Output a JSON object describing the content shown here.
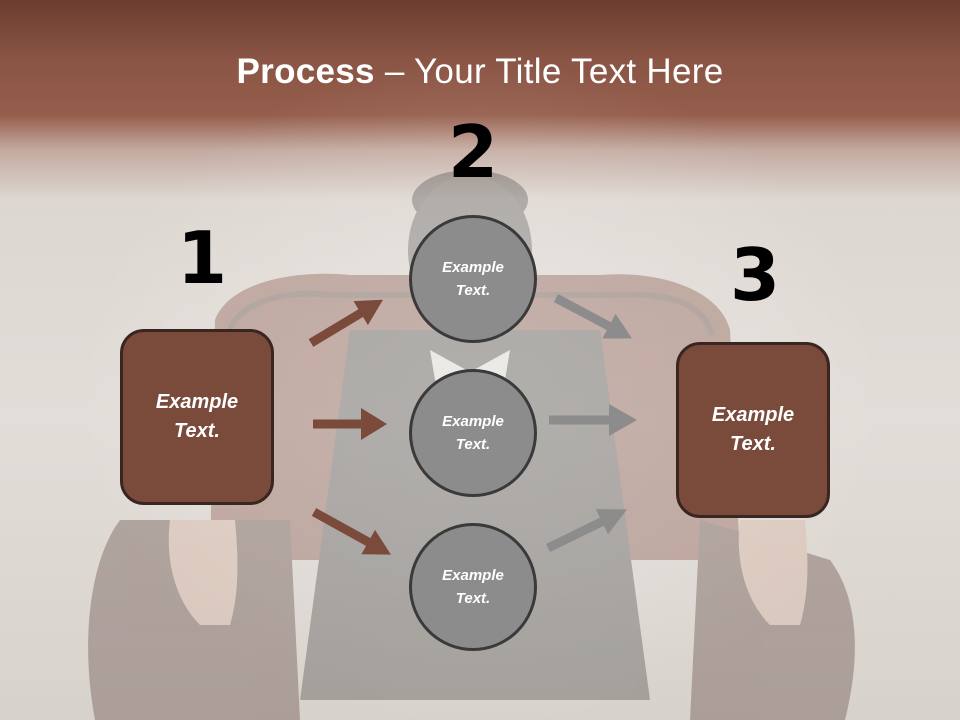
{
  "title": {
    "bold": "Process",
    "rest": " – Your Title Text Here"
  },
  "steps": [
    {
      "number": "1",
      "label_line1": "Example",
      "label_line2": "Text."
    },
    {
      "number": "2",
      "label_line1": "Example",
      "label_line2": "Text."
    },
    {
      "number": "3",
      "label_line1": "Example",
      "label_line2": "Text."
    }
  ],
  "circles": [
    {
      "label_line1": "Example",
      "label_line2": "Text."
    },
    {
      "label_line1": "Example",
      "label_line2": "Text."
    },
    {
      "label_line1": "Example",
      "label_line2": "Text."
    }
  ],
  "colors": {
    "brown": "#7a4a3a",
    "gray": "#8c8c8c",
    "brown_arrow": "#7a4a3a",
    "gray_arrow": "#8c8c8c"
  }
}
